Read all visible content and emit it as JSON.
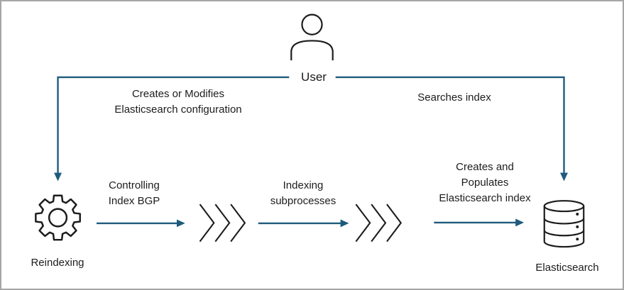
{
  "frame": {
    "background_color": "#ffffff",
    "border_color": "#a6a6a6"
  },
  "palette": {
    "arrow_color": "#1f5b7c",
    "ink_color": "#1c1c1c"
  },
  "nodes": {
    "user": {
      "label": "User",
      "icon": "person-icon"
    },
    "reindexing": {
      "label": "Reindexing",
      "icon": "gear-icon"
    },
    "subprocess_group_1": {
      "icon": "triple-chevron-icon"
    },
    "subprocess_group_2": {
      "icon": "triple-chevron-icon"
    },
    "elasticsearch": {
      "label": "Elasticsearch",
      "icon": "database-icon"
    }
  },
  "edges": {
    "user_to_reindexing": {
      "lines": [
        "Creates or Modifies",
        "Elasticsearch configuration"
      ]
    },
    "user_to_elasticsearch": {
      "lines": [
        "Searches index"
      ]
    },
    "reindexing_to_subprocesses": {
      "lines": [
        "Controlling",
        "Index BGP"
      ]
    },
    "subprocesses_to_subprocesses": {
      "lines": [
        "Indexing",
        "subprocesses"
      ]
    },
    "subprocesses_to_elasticsearch": {
      "lines": [
        "Creates and",
        "Populates",
        "Elasticsearch index"
      ]
    }
  }
}
